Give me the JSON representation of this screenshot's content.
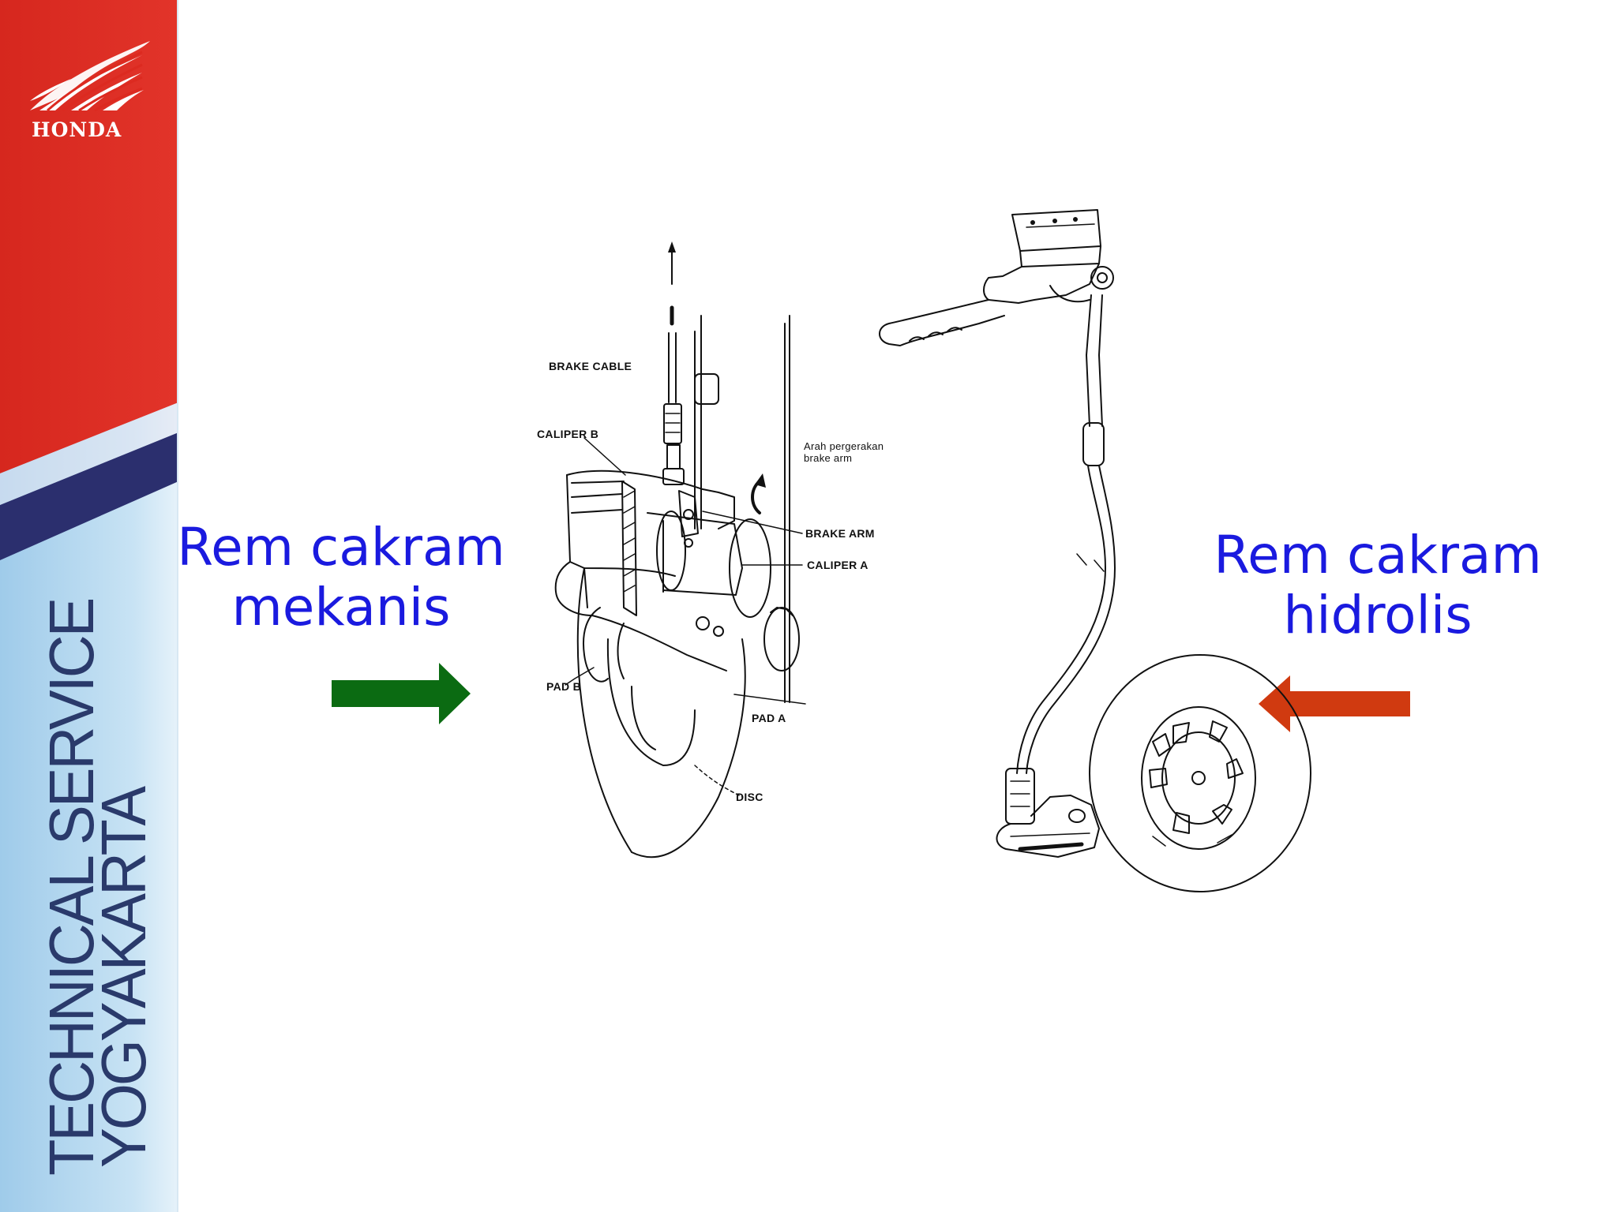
{
  "brand": {
    "logo_text": "HONDA",
    "sidebar_line1": "TECHNICAL SERVICE",
    "sidebar_line2": "YOGYAKARTA",
    "colors": {
      "red": "#dc2a20",
      "navy": "#2b2f6e",
      "light_blue": "#bcdcf0"
    }
  },
  "captions": {
    "left": {
      "line1": "Rem cakram",
      "line2": "mekanis",
      "color": "#1a1adf"
    },
    "right": {
      "line1": "Rem cakram",
      "line2": "hidrolis",
      "color": "#1a1adf"
    }
  },
  "arrows": {
    "left": {
      "direction": "right",
      "color": "#0b6b12"
    },
    "right": {
      "direction": "left",
      "color": "#d03a10"
    }
  },
  "diagram_labels": {
    "brake_cable": "BRAKE CABLE",
    "caliper_b": "CALIPER B",
    "arah_line1": "Arah pergerakan",
    "arah_line2": "brake arm",
    "brake_arm": "BRAKE ARM",
    "caliper_a": "CALIPER A",
    "pad_b": "PAD B",
    "pad_a": "PAD A",
    "disc": "DISC"
  }
}
